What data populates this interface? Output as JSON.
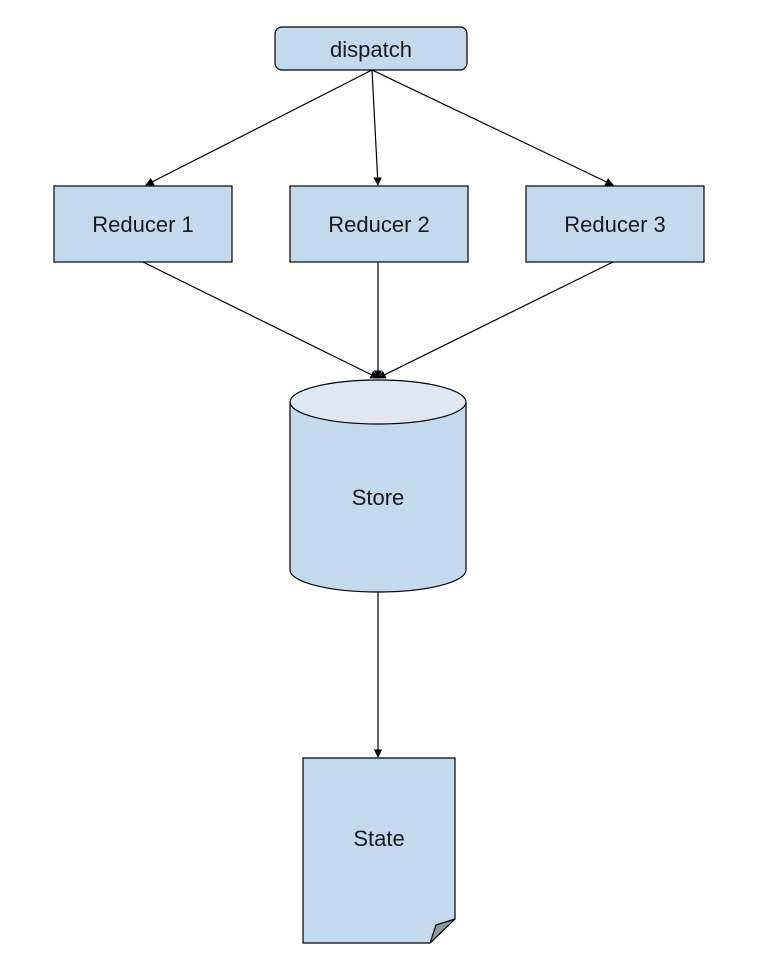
{
  "diagram": {
    "nodes": {
      "dispatch": {
        "label": "dispatch",
        "shape": "rounded-rect"
      },
      "reducer_1": {
        "label": "Reducer 1",
        "shape": "rect"
      },
      "reducer_2": {
        "label": "Reducer 2",
        "shape": "rect"
      },
      "reducer_3": {
        "label": "Reducer 3",
        "shape": "rect"
      },
      "store": {
        "label": "Store",
        "shape": "cylinder"
      },
      "state": {
        "label": "State",
        "shape": "document"
      }
    },
    "edges": [
      {
        "from": "dispatch",
        "to": "reducer_1"
      },
      {
        "from": "dispatch",
        "to": "reducer_2"
      },
      {
        "from": "dispatch",
        "to": "reducer_3"
      },
      {
        "from": "reducer_1",
        "to": "store"
      },
      {
        "from": "reducer_2",
        "to": "store"
      },
      {
        "from": "reducer_3",
        "to": "store"
      },
      {
        "from": "store",
        "to": "state"
      }
    ],
    "colors": {
      "node_fill": "#c5d9ee",
      "node_top_fill": "#dde8f4",
      "stroke": "#000000"
    }
  }
}
